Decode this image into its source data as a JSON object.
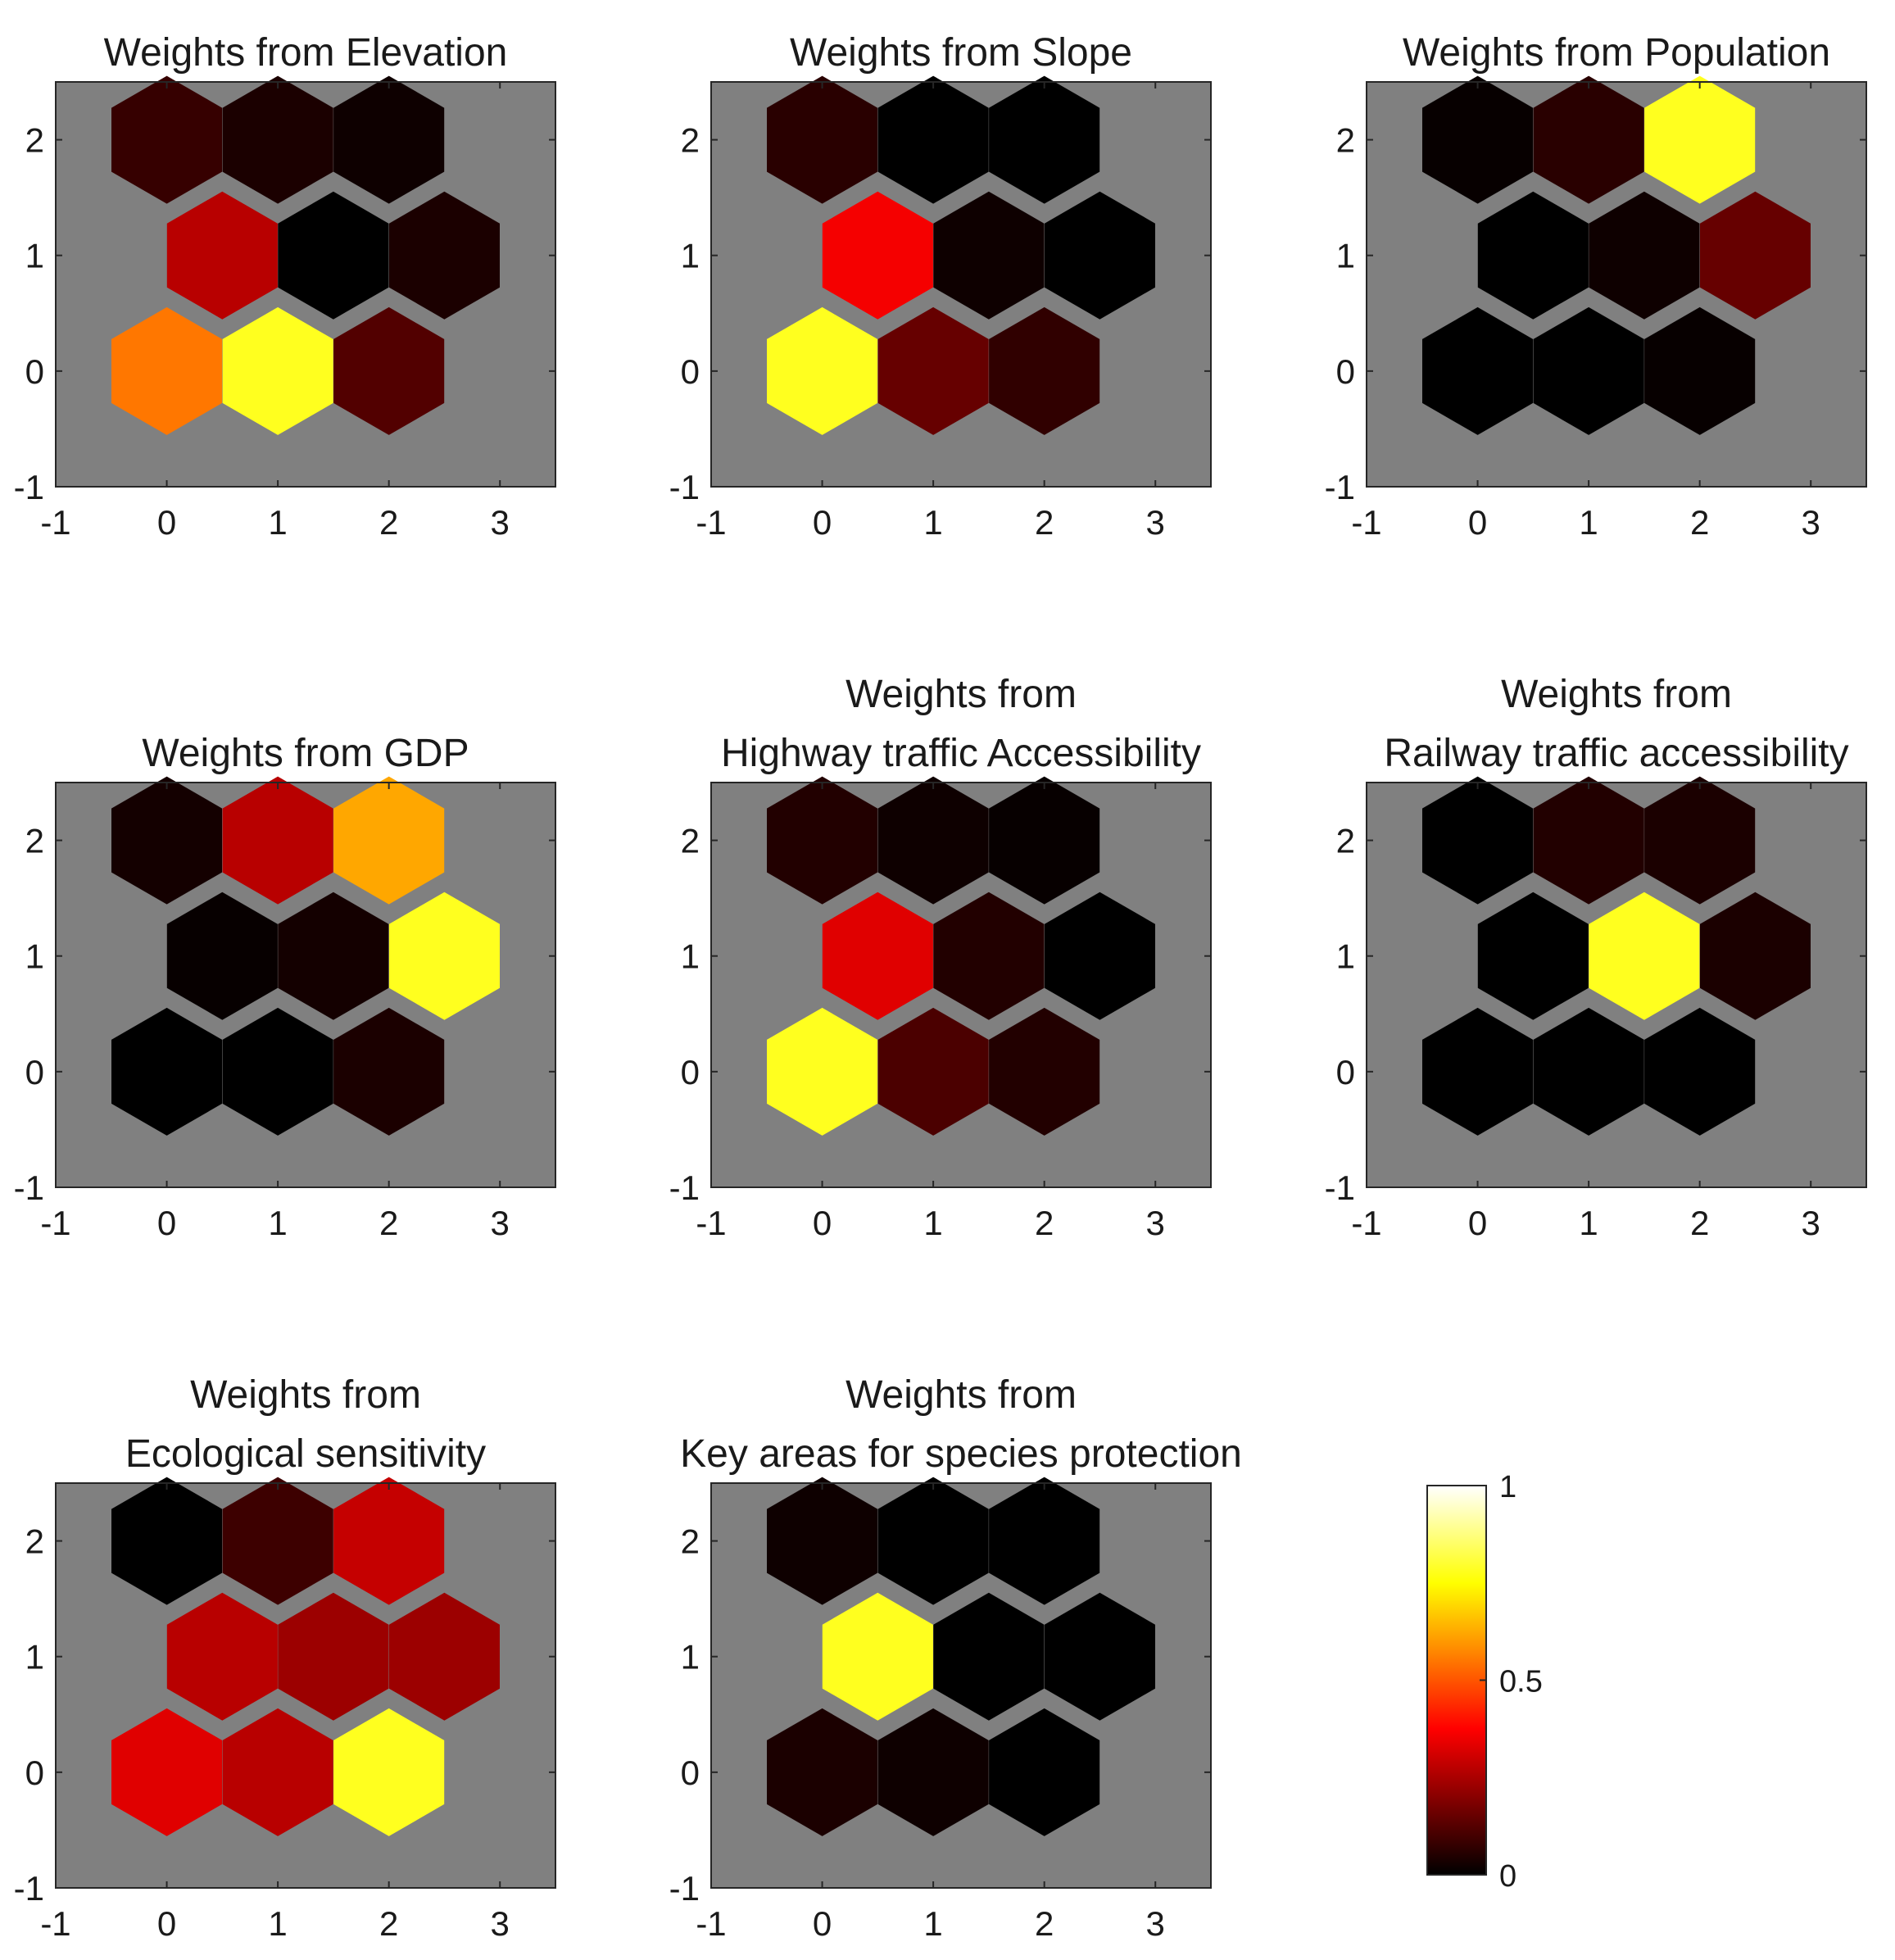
{
  "colors": {
    "axes_background": "#808080",
    "colormap": "hot",
    "colormap_stops": [
      "#000000",
      "#ff0000",
      "#ffff00",
      "#ffffff"
    ]
  },
  "chart_data": [
    {
      "type": "heatmap",
      "title_lines": [
        "Weights from Elevation"
      ],
      "xlim": [
        -1,
        3.5
      ],
      "ylim": [
        -1,
        2.5
      ],
      "xticks": [
        "-1",
        "0",
        "1",
        "2",
        "3"
      ],
      "yticks": [
        "-1",
        "0",
        "1",
        "2"
      ],
      "cells": [
        {
          "x": 0,
          "y": 0,
          "value": 0.55
        },
        {
          "x": 1,
          "y": 0,
          "value": 0.78
        },
        {
          "x": 2,
          "y": 0,
          "value": 0.12
        },
        {
          "x": 0.5,
          "y": 1,
          "value": 0.27
        },
        {
          "x": 1.5,
          "y": 1,
          "value": 0.0
        },
        {
          "x": 2.5,
          "y": 1,
          "value": 0.04
        },
        {
          "x": 0,
          "y": 2,
          "value": 0.08
        },
        {
          "x": 1,
          "y": 2,
          "value": 0.04
        },
        {
          "x": 2,
          "y": 2,
          "value": 0.02
        }
      ]
    },
    {
      "type": "heatmap",
      "title_lines": [
        "Weights from Slope"
      ],
      "xlim": [
        -1,
        3.5
      ],
      "ylim": [
        -1,
        2.5
      ],
      "xticks": [
        "-1",
        "0",
        "1",
        "2",
        "3"
      ],
      "yticks": [
        "-1",
        "0",
        "1",
        "2"
      ],
      "cells": [
        {
          "x": 0,
          "y": 0,
          "value": 0.78
        },
        {
          "x": 1,
          "y": 0,
          "value": 0.15
        },
        {
          "x": 2,
          "y": 0,
          "value": 0.07
        },
        {
          "x": 0.5,
          "y": 1,
          "value": 0.36
        },
        {
          "x": 1.5,
          "y": 1,
          "value": 0.02
        },
        {
          "x": 2.5,
          "y": 1,
          "value": 0.0
        },
        {
          "x": 0,
          "y": 2,
          "value": 0.06
        },
        {
          "x": 1,
          "y": 2,
          "value": 0.0
        },
        {
          "x": 2,
          "y": 2,
          "value": 0.0
        }
      ]
    },
    {
      "type": "heatmap",
      "title_lines": [
        "Weights from Population"
      ],
      "xlim": [
        -1,
        3.5
      ],
      "ylim": [
        -1,
        2.5
      ],
      "xticks": [
        "-1",
        "0",
        "1",
        "2",
        "3"
      ],
      "yticks": [
        "-1",
        "0",
        "1",
        "2"
      ],
      "cells": [
        {
          "x": 0,
          "y": 0,
          "value": 0.0
        },
        {
          "x": 1,
          "y": 0,
          "value": 0.0
        },
        {
          "x": 2,
          "y": 0,
          "value": 0.01
        },
        {
          "x": 0.5,
          "y": 1,
          "value": 0.0
        },
        {
          "x": 1.5,
          "y": 1,
          "value": 0.02
        },
        {
          "x": 2.5,
          "y": 1,
          "value": 0.15
        },
        {
          "x": 0,
          "y": 2,
          "value": 0.01
        },
        {
          "x": 1,
          "y": 2,
          "value": 0.06
        },
        {
          "x": 2,
          "y": 2,
          "value": 0.78
        }
      ]
    },
    {
      "type": "heatmap",
      "title_lines": [
        "Weights from GDP"
      ],
      "xlim": [
        -1,
        3.5
      ],
      "ylim": [
        -1,
        2.5
      ],
      "xticks": [
        "-1",
        "0",
        "1",
        "2",
        "3"
      ],
      "yticks": [
        "-1",
        "0",
        "1",
        "2"
      ],
      "cells": [
        {
          "x": 0,
          "y": 0,
          "value": 0.0
        },
        {
          "x": 1,
          "y": 0,
          "value": 0.0
        },
        {
          "x": 2,
          "y": 0,
          "value": 0.04
        },
        {
          "x": 0.5,
          "y": 1,
          "value": 0.01
        },
        {
          "x": 1.5,
          "y": 1,
          "value": 0.03
        },
        {
          "x": 2.5,
          "y": 1,
          "value": 0.78
        },
        {
          "x": 0,
          "y": 2,
          "value": 0.03
        },
        {
          "x": 1,
          "y": 2,
          "value": 0.27
        },
        {
          "x": 2,
          "y": 2,
          "value": 0.62
        }
      ]
    },
    {
      "type": "heatmap",
      "title_lines": [
        "Weights from",
        "Highway traffic Accessibility"
      ],
      "xlim": [
        -1,
        3.5
      ],
      "ylim": [
        -1,
        2.5
      ],
      "xticks": [
        "-1",
        "0",
        "1",
        "2",
        "3"
      ],
      "yticks": [
        "-1",
        "0",
        "1",
        "2"
      ],
      "cells": [
        {
          "x": 0,
          "y": 0,
          "value": 0.78
        },
        {
          "x": 1,
          "y": 0,
          "value": 0.11
        },
        {
          "x": 2,
          "y": 0,
          "value": 0.05
        },
        {
          "x": 0.5,
          "y": 1,
          "value": 0.33
        },
        {
          "x": 1.5,
          "y": 1,
          "value": 0.05
        },
        {
          "x": 2.5,
          "y": 1,
          "value": 0.0
        },
        {
          "x": 0,
          "y": 2,
          "value": 0.05
        },
        {
          "x": 1,
          "y": 2,
          "value": 0.02
        },
        {
          "x": 2,
          "y": 2,
          "value": 0.01
        }
      ]
    },
    {
      "type": "heatmap",
      "title_lines": [
        "Weights from",
        "Railway traffic accessibility"
      ],
      "xlim": [
        -1,
        3.5
      ],
      "ylim": [
        -1,
        2.5
      ],
      "xticks": [
        "-1",
        "0",
        "1",
        "2",
        "3"
      ],
      "yticks": [
        "-1",
        "0",
        "1",
        "2"
      ],
      "cells": [
        {
          "x": 0,
          "y": 0,
          "value": 0.0
        },
        {
          "x": 1,
          "y": 0,
          "value": 0.0
        },
        {
          "x": 2,
          "y": 0,
          "value": 0.0
        },
        {
          "x": 0.5,
          "y": 1,
          "value": 0.0
        },
        {
          "x": 1.5,
          "y": 1,
          "value": 0.78
        },
        {
          "x": 2.5,
          "y": 1,
          "value": 0.04
        },
        {
          "x": 0,
          "y": 2,
          "value": 0.0
        },
        {
          "x": 1,
          "y": 2,
          "value": 0.05
        },
        {
          "x": 2,
          "y": 2,
          "value": 0.04
        }
      ]
    },
    {
      "type": "heatmap",
      "title_lines": [
        "Weights from",
        "Ecological sensitivity"
      ],
      "xlim": [
        -1,
        3.5
      ],
      "ylim": [
        -1,
        2.5
      ],
      "xticks": [
        "-1",
        "0",
        "1",
        "2",
        "3"
      ],
      "yticks": [
        "-1",
        "0",
        "1",
        "2"
      ],
      "cells": [
        {
          "x": 0,
          "y": 0,
          "value": 0.33
        },
        {
          "x": 1,
          "y": 0,
          "value": 0.27
        },
        {
          "x": 2,
          "y": 0,
          "value": 0.78
        },
        {
          "x": 0.5,
          "y": 1,
          "value": 0.27
        },
        {
          "x": 1.5,
          "y": 1,
          "value": 0.23
        },
        {
          "x": 2.5,
          "y": 1,
          "value": 0.23
        },
        {
          "x": 0,
          "y": 2,
          "value": 0.0
        },
        {
          "x": 1,
          "y": 2,
          "value": 0.09
        },
        {
          "x": 2,
          "y": 2,
          "value": 0.29
        }
      ]
    },
    {
      "type": "heatmap",
      "title_lines": [
        "Weights from",
        "Key areas for species protection"
      ],
      "xlim": [
        -1,
        3.5
      ],
      "ylim": [
        -1,
        2.5
      ],
      "xticks": [
        "-1",
        "0",
        "1",
        "2",
        "3"
      ],
      "yticks": [
        "-1",
        "0",
        "1",
        "2"
      ],
      "cells": [
        {
          "x": 0,
          "y": 0,
          "value": 0.04
        },
        {
          "x": 1,
          "y": 0,
          "value": 0.02
        },
        {
          "x": 2,
          "y": 0,
          "value": 0.0
        },
        {
          "x": 0.5,
          "y": 1,
          "value": 0.78
        },
        {
          "x": 1.5,
          "y": 1,
          "value": 0.0
        },
        {
          "x": 2.5,
          "y": 1,
          "value": 0.0
        },
        {
          "x": 0,
          "y": 2,
          "value": 0.02
        },
        {
          "x": 1,
          "y": 2,
          "value": 0.0
        },
        {
          "x": 2,
          "y": 2,
          "value": 0.0
        }
      ]
    }
  ],
  "colorbar": {
    "range": [
      0,
      1
    ],
    "ticks": [
      "0",
      "0.5",
      "1"
    ]
  }
}
